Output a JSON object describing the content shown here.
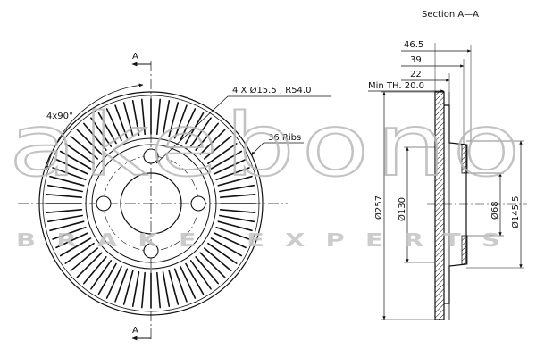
{
  "header": {
    "section_title": "Section A—A"
  },
  "watermark": {
    "brand": "akebono",
    "tagline": "BRAKE EXPERTS"
  },
  "front_view": {
    "section_marker_top": "A",
    "section_marker_bottom": "A",
    "angle_label": "4x90°",
    "holes_label": "4 X Ø15.5 , R54.0",
    "ribs_label": "36 Ribs",
    "hole_count": 4,
    "rib_count": 36
  },
  "section_view": {
    "width_dims": [
      {
        "id": "w465",
        "text": "46.5"
      },
      {
        "id": "w39",
        "text": "39"
      },
      {
        "id": "w22",
        "text": "22"
      },
      {
        "id": "minth",
        "text": "Min TH. 20.0"
      }
    ],
    "diameter_dims": [
      {
        "id": "d257",
        "text": "Ø257"
      },
      {
        "id": "d130",
        "text": "Ø130"
      },
      {
        "id": "d68",
        "text": "Ø68"
      },
      {
        "id": "d1455",
        "text": "Ø145.5"
      }
    ]
  },
  "colors": {
    "line": "#111111",
    "watermark": "#b8b8b8"
  }
}
